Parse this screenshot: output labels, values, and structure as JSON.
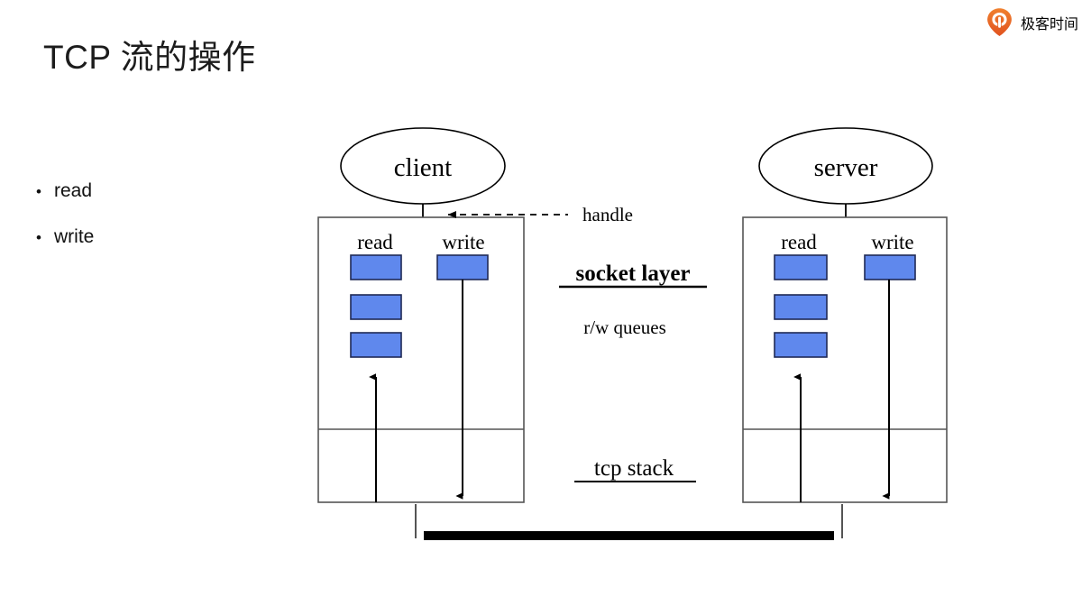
{
  "brand": {
    "name": "极客时间",
    "mark_icon": "geektime-logo-icon",
    "accent_color": "#E8632A",
    "text_color": "#3b3b3b"
  },
  "slide": {
    "title": "TCP 流的操作"
  },
  "bullets": [
    {
      "marker": "•",
      "label": "read"
    },
    {
      "marker": "•",
      "label": "write"
    }
  ],
  "diagram": {
    "nodes": [
      {
        "id": "client",
        "label": "client",
        "shape": "ellipse"
      },
      {
        "id": "server",
        "label": "server",
        "shape": "ellipse"
      }
    ],
    "columns": {
      "read_label": "read",
      "write_label": "write"
    },
    "queue_box_color": "#5F88ED",
    "queue_box_stroke": "#1f2a55",
    "client_read_queue_count": 3,
    "client_write_queue_count": 1,
    "server_read_queue_count": 3,
    "server_write_queue_count": 1,
    "annotations": {
      "handle": "handle",
      "socket_layer": "socket layer",
      "rw_queues": "r/w queues",
      "tcp_stack": "tcp stack"
    },
    "network_bar": {
      "name": "network-link",
      "color": "#000000"
    }
  }
}
